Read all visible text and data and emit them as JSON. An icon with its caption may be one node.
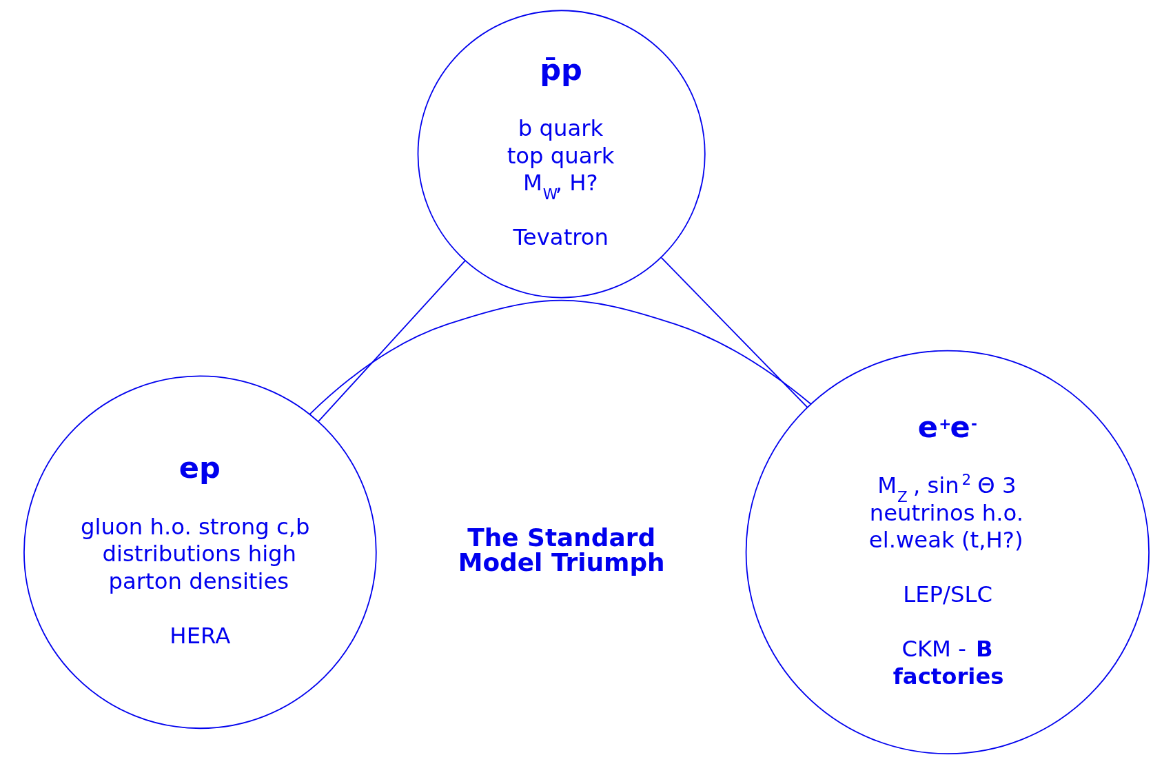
{
  "diagram": {
    "nodes": [
      {
        "text": [
          "p̄p",
          "b quark top quark M$_{W}$, H?",
          "Tevatron"
        ]
      },
      {
        "text": [
          "ep",
          "gluon h.o. strong c,b  distributions high parton densities",
          "HERA"
        ]
      },
      {
        "text": [
          "e$^{+}$e$^{-}$",
          "M$_{Z}$ , sin$^{2}$ Θ 3 neutrinos h.o. el.weak (t,H?)",
          "LEP/SLC",
          "CKM - **B factories**"
        ]
      }
    ],
    "edges": [
      {
        "from": 0,
        "to": 1,
        "arrow": "none"
      },
      {
        "from": 0,
        "to": 2,
        "arrow": "none"
      },
      {
        "from": 1,
        "to": 2,
        "arrow": "none"
      }
    ],
    "labels": [
      "The Standard Model Triumph"
    ]
  }
}
